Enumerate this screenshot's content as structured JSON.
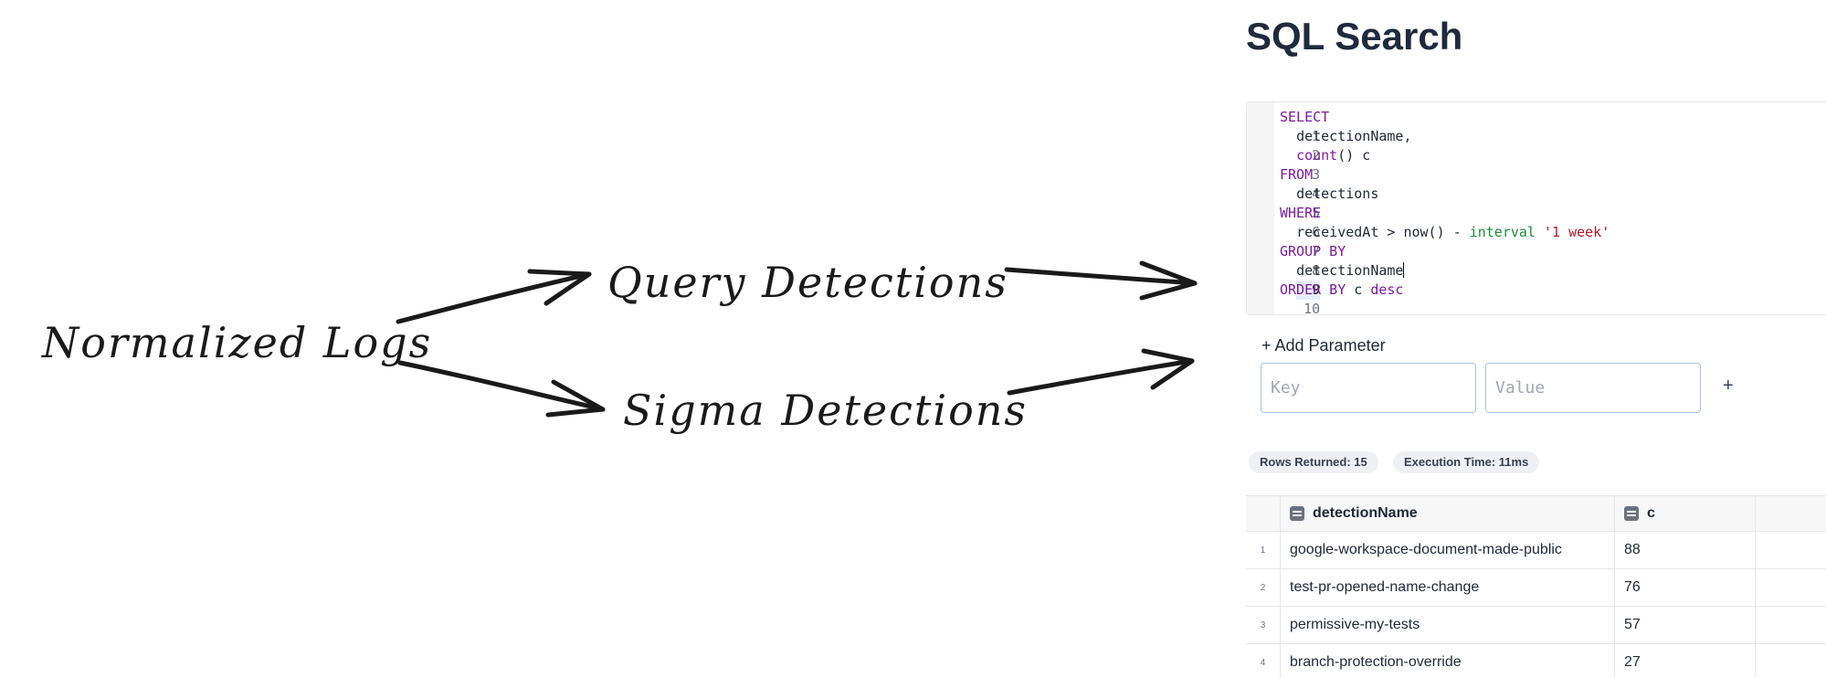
{
  "diagram": {
    "nodes": {
      "normalized_logs": "Normalized Logs",
      "query_detections": "Query Detections",
      "sigma_detections": "Sigma Detections"
    }
  },
  "panel": {
    "title": "SQL Search",
    "editor": {
      "lines": [
        {
          "n": "1",
          "text": "SELECT"
        },
        {
          "n": "2",
          "text": "  detectionName,"
        },
        {
          "n": "3",
          "text": "  count() c"
        },
        {
          "n": "4",
          "text": "FROM"
        },
        {
          "n": "5",
          "text": "  detections"
        },
        {
          "n": "6",
          "text": "WHERE"
        },
        {
          "n": "7",
          "text": "  receivedAt > now() - interval '1 week'"
        },
        {
          "n": "8",
          "text": "GROUP BY"
        },
        {
          "n": "9",
          "text": "  detectionName"
        },
        {
          "n": "10",
          "text": "ORDER BY c desc"
        }
      ],
      "tokens": {
        "l1_kw": "SELECT",
        "l2_ident": "detectionName,",
        "l3_fn": "count",
        "l3_rest": "() c",
        "l4_kw": "FROM",
        "l5_ident": "detections",
        "l6_kw": "WHERE",
        "l7_a": "receivedAt > now() - ",
        "l7_kw": "interval",
        "l7_str": "'1 week'",
        "l8_kw": "GROUP BY",
        "l9_ident": "detectionName",
        "l10_kw": "ORDER BY",
        "l10_mid": " c ",
        "l10_kw2": "desc"
      }
    },
    "parameters": {
      "add_label": "+ Add Parameter",
      "key_placeholder": "Key",
      "value_placeholder": "Value",
      "plus": "+"
    },
    "stats": {
      "rows_returned": "Rows Returned: 15",
      "execution_time": "Execution Time: 11ms"
    },
    "results": {
      "columns": [
        "detectionName",
        "c"
      ],
      "rows": [
        {
          "idx": "1",
          "detectionName": "google-workspace-document-made-public",
          "c": "88"
        },
        {
          "idx": "2",
          "detectionName": "test-pr-opened-name-change",
          "c": "76"
        },
        {
          "idx": "3",
          "detectionName": "permissive-my-tests",
          "c": "57"
        },
        {
          "idx": "4",
          "detectionName": "branch-protection-override",
          "c": "27"
        }
      ]
    }
  },
  "colors": {
    "keyword": "#7c1aa0",
    "interval": "#1a8f3a",
    "string": "#b8162b",
    "title": "#1f2a3d"
  }
}
